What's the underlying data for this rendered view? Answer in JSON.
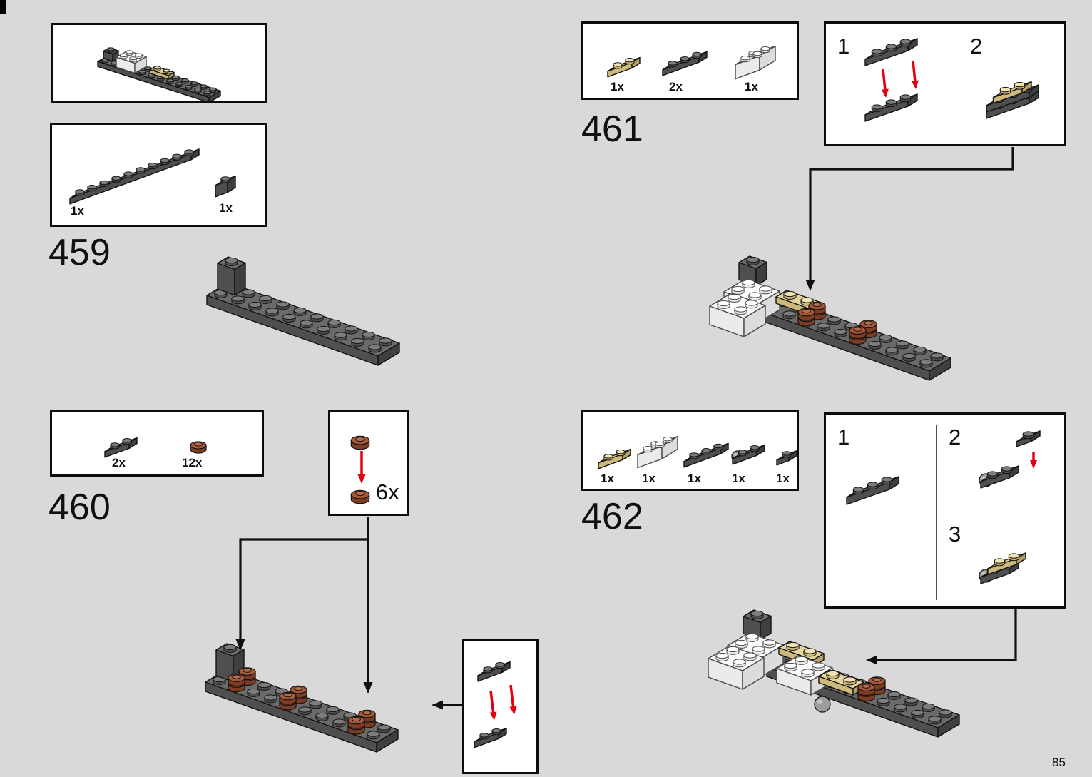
{
  "page": {
    "number": "85"
  },
  "colors": {
    "background": "#d9d9d9",
    "box_border": "#0d0d0d",
    "arrow_red": "#e3000f",
    "arrow_black": "#101010",
    "brick_dark_gray": "#5c5c5c",
    "brick_tan": "#e2d29b",
    "brick_white": "#f8f8f8",
    "brick_reddish_brown": "#9c5030",
    "ball_gray": "#9c9c9c"
  },
  "steps": {
    "459": {
      "number": "459",
      "parts": [
        {
          "name": "plate-1x10-dark-gray",
          "qty": "1x"
        },
        {
          "name": "brick-1x1-dark-gray",
          "qty": "1x"
        }
      ]
    },
    "460": {
      "number": "460",
      "parts": [
        {
          "name": "plate-1x2-dark-gray",
          "qty": "2x"
        },
        {
          "name": "round-plate-1x1-reddish-brown",
          "qty": "12x"
        }
      ],
      "callout": {
        "qty": "6x"
      }
    },
    "461": {
      "number": "461",
      "parts": [
        {
          "name": "plate-1x2-tan",
          "qty": "1x"
        },
        {
          "name": "plate-1x3-dark-gray",
          "qty": "2x"
        },
        {
          "name": "brick-2x2-white",
          "qty": "1x"
        }
      ],
      "callout": {
        "step_labels": [
          "1",
          "2"
        ]
      }
    },
    "462": {
      "number": "462",
      "parts": [
        {
          "name": "plate-1x2-tan",
          "qty": "1x"
        },
        {
          "name": "brick-2x2-white",
          "qty": "1x"
        },
        {
          "name": "plate-1x3-dark-gray",
          "qty": "1x"
        },
        {
          "name": "plate-1x2-with-ball-dark-gray",
          "qty": "1x"
        },
        {
          "name": "plate-1x1-dark-gray",
          "qty": "1x"
        }
      ],
      "callout": {
        "step_labels": [
          "1",
          "2",
          "3"
        ]
      }
    }
  }
}
